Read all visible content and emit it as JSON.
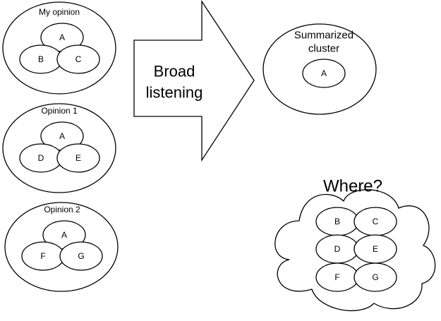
{
  "groups": [
    {
      "title": "My opinion",
      "items": [
        "A",
        "B",
        "C"
      ]
    },
    {
      "title": "Opinion 1",
      "items": [
        "A",
        "D",
        "E"
      ]
    },
    {
      "title": "Opinion 2",
      "items": [
        "A",
        "F",
        "G"
      ]
    }
  ],
  "arrow": {
    "line1": "Broad",
    "line2": "listening"
  },
  "summary": {
    "line1": "Summarized",
    "line2": "cluster",
    "item": "A"
  },
  "cloud": {
    "title": "Where?",
    "items": [
      "B",
      "C",
      "D",
      "E",
      "F",
      "G"
    ]
  }
}
